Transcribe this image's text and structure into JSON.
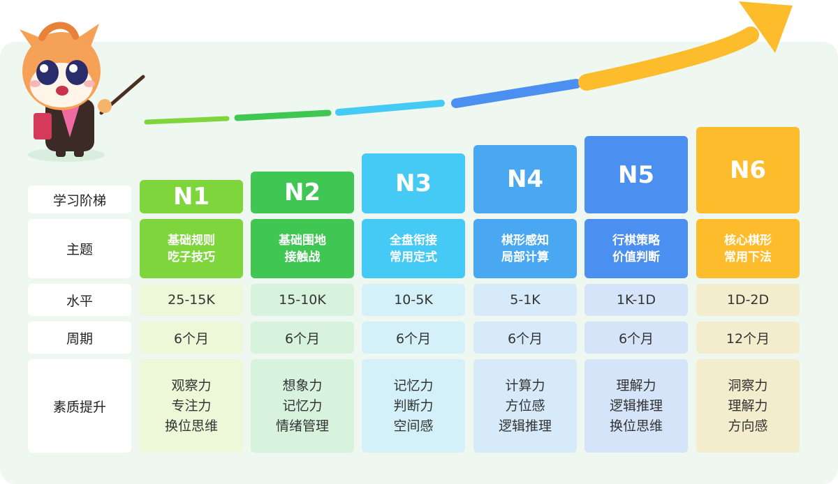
{
  "row_labels": {
    "ladder": "学习阶梯",
    "theme": "主题",
    "level": "水平",
    "period": "周期",
    "quality": "素质提升"
  },
  "levels": [
    {
      "name": "N1",
      "theme": [
        "基础规则",
        "吃子技巧"
      ],
      "level": "25-15K",
      "period": "6个月",
      "quality": [
        "观察力",
        "专注力",
        "换位思维"
      ],
      "color": "#7ed63c",
      "light": "#edf8d9"
    },
    {
      "name": "N2",
      "theme": [
        "基础围地",
        "接触战"
      ],
      "level": "15-10K",
      "period": "6个月",
      "quality": [
        "想象力",
        "记忆力",
        "情绪管理"
      ],
      "color": "#3fc653",
      "light": "#d7f2dd"
    },
    {
      "name": "N3",
      "theme": [
        "全盘衔接",
        "常用定式"
      ],
      "level": "10-5K",
      "period": "6个月",
      "quality": [
        "记忆力",
        "判断力",
        "空间感"
      ],
      "color": "#45c9f5",
      "light": "#d4f0f8"
    },
    {
      "name": "N4",
      "theme": [
        "棋形感知",
        "局部计算"
      ],
      "level": "5-1K",
      "period": "6个月",
      "quality": [
        "计算力",
        "方位感",
        "逻辑推理"
      ],
      "color": "#4aa8f3",
      "light": "#d6eafa"
    },
    {
      "name": "N5",
      "theme": [
        "行棋策略",
        "价值判断"
      ],
      "level": "1K-1D",
      "period": "6个月",
      "quality": [
        "理解力",
        "逻辑推理",
        "换位思维"
      ],
      "color": "#4b8ff0",
      "light": "#d5e4f8"
    },
    {
      "name": "N6",
      "theme": [
        "核心棋形",
        "常用下法"
      ],
      "level": "1D-2D",
      "period": "12个月",
      "quality": [
        "洞察力",
        "理解力",
        "方向感"
      ],
      "color": "#fdbc2c",
      "light": "#f3edcd"
    }
  ]
}
